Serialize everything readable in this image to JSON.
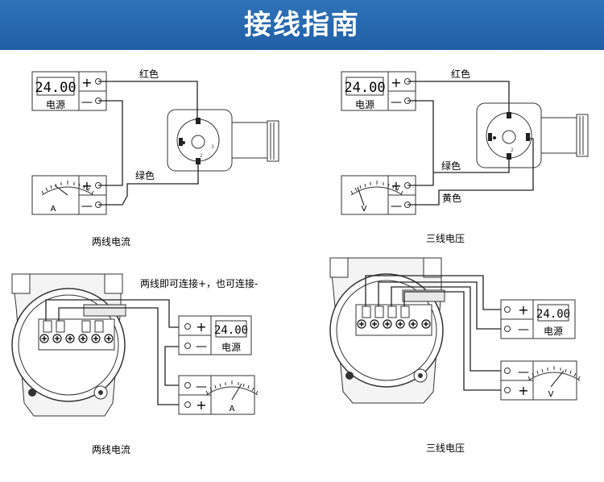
{
  "header": {
    "title": "接线指南"
  },
  "power_supply": {
    "display": "24.00",
    "label": "电源"
  },
  "meter": {
    "current_unit": "A",
    "voltage_unit": "V"
  },
  "terminals": {
    "plus": "+",
    "minus": "—"
  },
  "wires": {
    "red": "红色",
    "green": "绿色",
    "yellow": "黄色"
  },
  "diagrams": {
    "top_left": {
      "caption": "两线电流"
    },
    "top_right": {
      "caption": "三线电压"
    },
    "bottom_left": {
      "caption": "两线电流",
      "note": "两线即可连接+，也可连接-"
    },
    "bottom_right": {
      "caption": "三线电压"
    }
  }
}
